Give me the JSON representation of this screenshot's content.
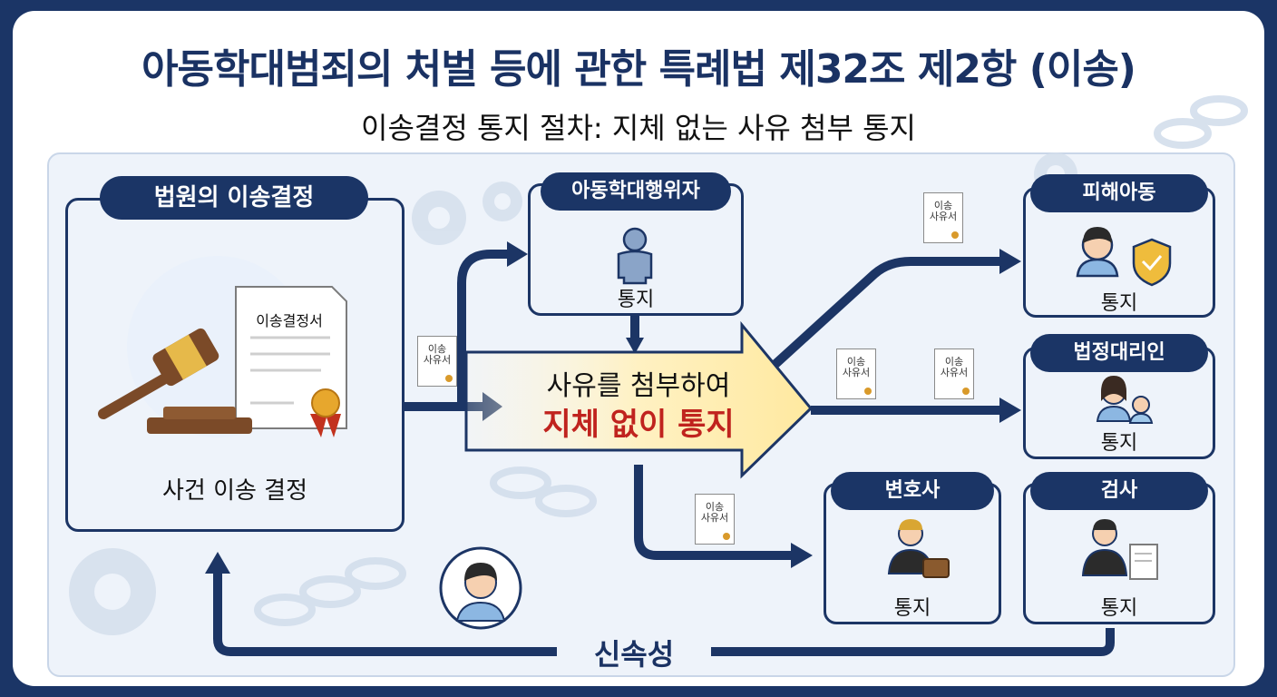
{
  "title": "아동학대범죄의 처벌 등에 관한 특례법 제32조 제2항 (이송)",
  "subtitle": "이송결정 통지 절차: 지체 없는 사유 첨부 통지",
  "court": {
    "header": "법원의 이송결정",
    "document_title": "이송결정서",
    "label": "사건 이송 결정"
  },
  "center": {
    "line1": "사유를 첨부하여",
    "line2": "지체 없이 통지"
  },
  "attachment_doc": {
    "line1": "이송",
    "line2": "사유서"
  },
  "recipients": {
    "offender": {
      "header": "아동학대행위자",
      "label": "통지"
    },
    "victim": {
      "header": "피해아동",
      "label": "통지"
    },
    "legal_rep": {
      "header": "법정대리인",
      "label": "통지"
    },
    "lawyer": {
      "header": "변호사",
      "label": "통지"
    },
    "prosecutor": {
      "header": "검사",
      "label": "통지"
    }
  },
  "bottom_label": "신속성",
  "colors": {
    "navy": "#1b3566",
    "center_text_red": "#c0231e",
    "arrow_fill": "#fff3c7"
  }
}
